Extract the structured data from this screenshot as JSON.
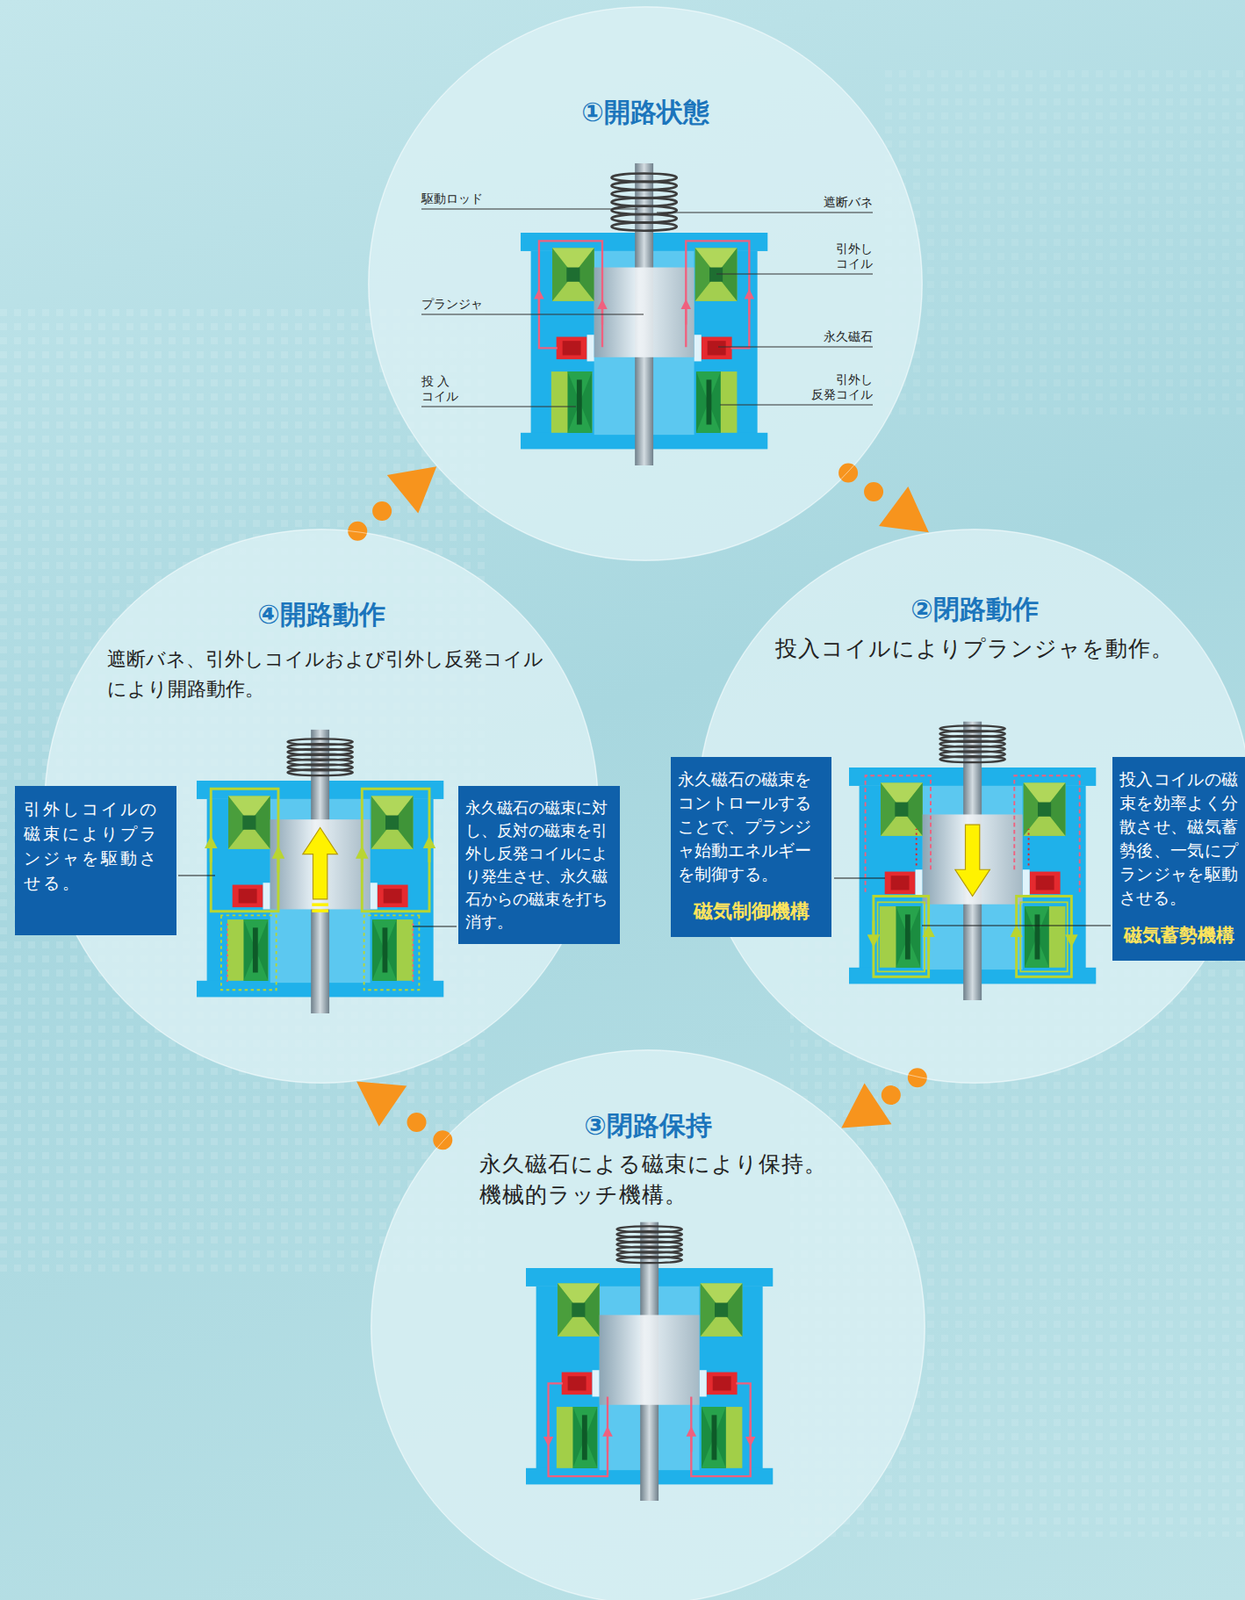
{
  "diagram": {
    "nodes": [
      {
        "text": [
          "①開路状態"
        ]
      },
      {
        "text": [
          "②閉路動作",
          "投入コイルによりプランジャを動作。"
        ]
      },
      {
        "text": [
          "永久磁石の磁束をコントロールすることで、プランジャ始動エネルギーを制御する。",
          "磁気制御機構"
        ],
        "in": 1
      },
      {
        "text": [
          "投入コイルの磁束を効率よく分散させ、磁気蓄勢後、一気にプランジャを駆動させる。",
          "磁気蓄勢機構"
        ],
        "in": 1
      },
      {
        "text": [
          "③閉路保持",
          "永久磁石による磁束により保持。 機械的ラッチ機構。"
        ]
      },
      {
        "text": [
          "④開路動作",
          "遮断バネ、引外しコイルおよび引外し反発コイルにより開路動作。"
        ]
      },
      {
        "text": [
          "引外しコイルの磁束によりプランジャを駆動させる。"
        ],
        "in": 5
      },
      {
        "text": [
          "永久磁石の磁束に対し、反対の磁束を引外し反発コイルにより発生させ、永久磁石からの磁束を打ち消す。"
        ],
        "in": 5
      }
    ],
    "edges": [
      {
        "from": 0,
        "to": 1,
        "arrow": "to"
      },
      {
        "from": 1,
        "to": 4,
        "arrow": "to"
      },
      {
        "from": 4,
        "to": 5,
        "arrow": "to"
      },
      {
        "from": 5,
        "to": 0,
        "arrow": "to"
      }
    ],
    "labels": [
      "駆動ロッド",
      "遮断バネ",
      "引外し コイル",
      "プランジャ",
      "永久磁石",
      "投 入 コイル",
      "引外し 反発コイル"
    ]
  }
}
